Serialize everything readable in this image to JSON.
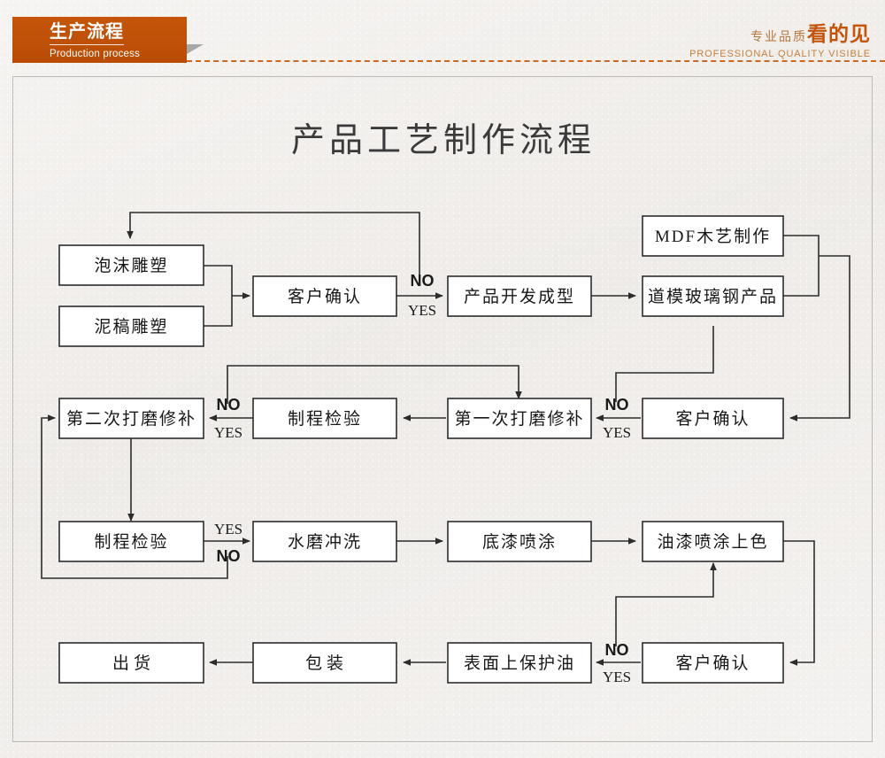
{
  "header": {
    "banner_cn": "生产流程",
    "banner_en": "Production process",
    "slogan_cn_small": "专业品质",
    "slogan_cn_large": "看的见",
    "slogan_en": "PROFESSIONAL QUALITY VISIBLE",
    "accent_color": "#bf5008",
    "dash_color": "#c96a22"
  },
  "chart": {
    "title": "产品工艺制作流程",
    "nodes": {
      "foam": "泡沫雕塑",
      "clay": "泥稿雕塑",
      "confirm1": "客户确认",
      "develop": "产品开发成型",
      "mdf": "MDF木艺制作",
      "frp": "道模玻璃钢产品",
      "confirm2": "客户确认",
      "grind1": "第一次打磨修补",
      "inspect1": "制程检验",
      "grind2": "第二次打磨修补",
      "inspect2": "制程检验",
      "wash": "水磨冲洗",
      "primer": "底漆喷涂",
      "paint": "油漆喷涂上色",
      "confirm3": "客户确认",
      "protect": "表面上保护油",
      "pack": "包装",
      "ship": "出货"
    },
    "tags": {
      "no": "NO",
      "yes": "YES"
    }
  }
}
